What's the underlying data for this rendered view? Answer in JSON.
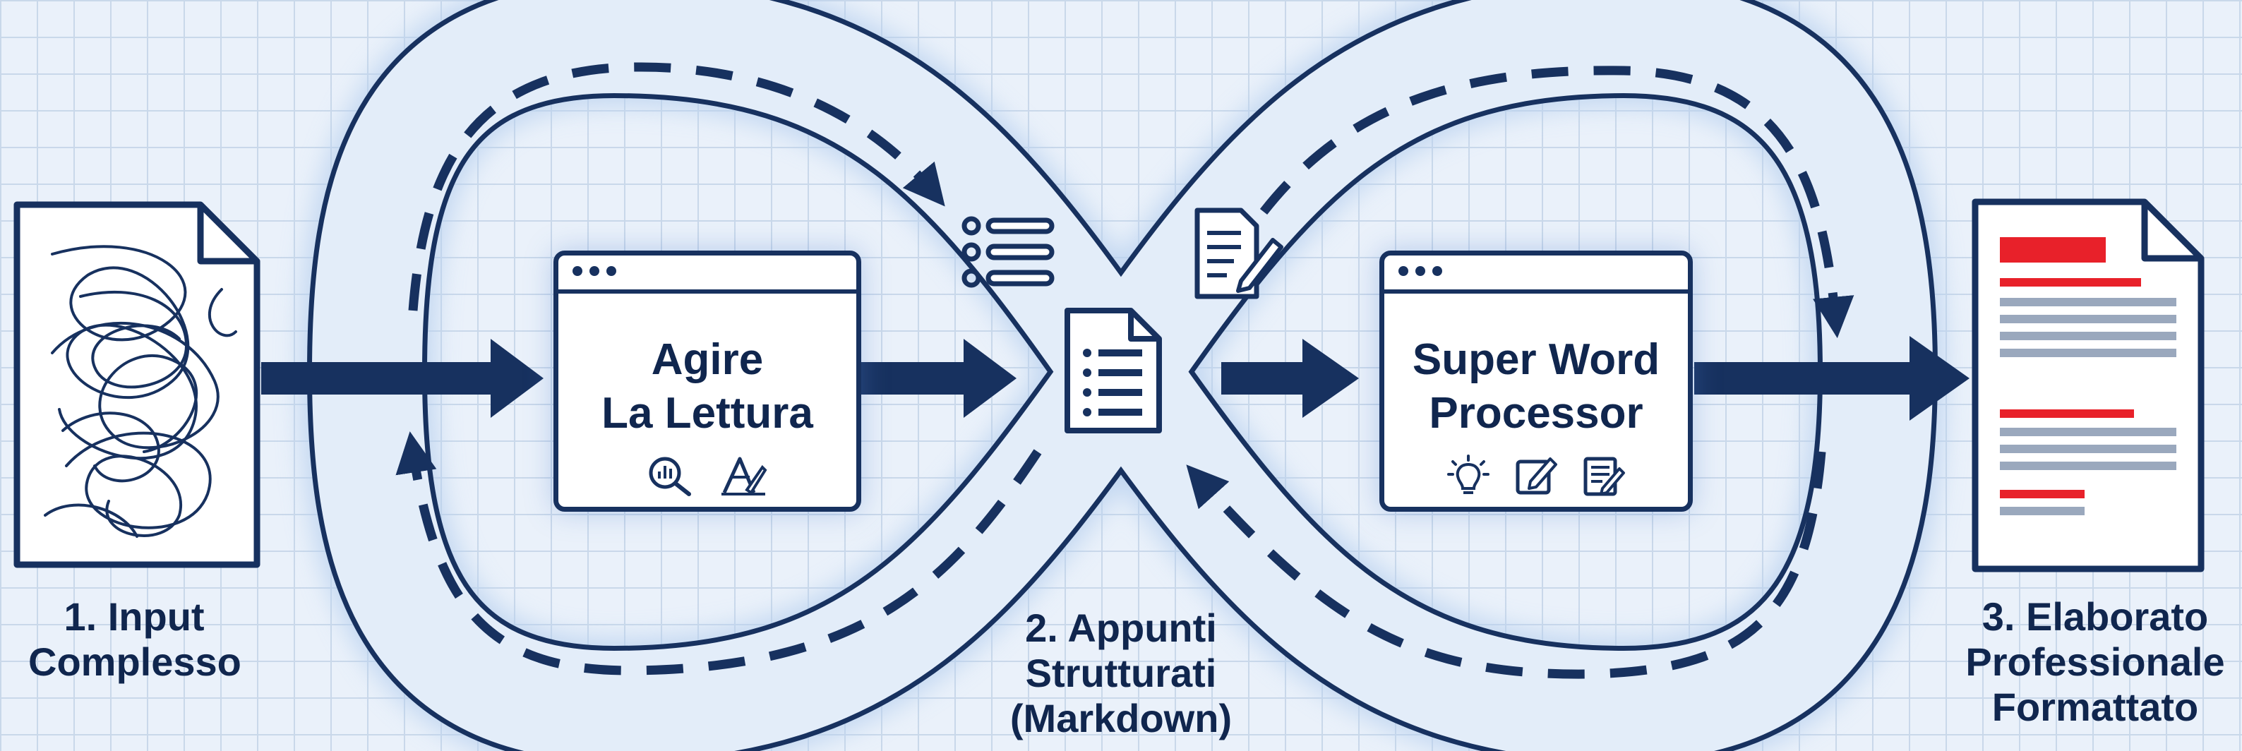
{
  "diagram": {
    "colors": {
      "navy": "#17315f",
      "text": "#10264e",
      "grid": "#c9d8ea",
      "background": "#eaf1fa",
      "red_accent": "#e8212a",
      "gray_lines": "#9aa8bd"
    },
    "step1": {
      "line1": "1. Input",
      "line2": "Complesso"
    },
    "step2": {
      "line1": "2. Appunti",
      "line2": "Strutturati",
      "line3": "(Markdown)"
    },
    "step3": {
      "line1": "3. Elaborato",
      "line2": "Professionale",
      "line3": "Formattato"
    },
    "tool_left": {
      "title_line1": "Agire",
      "title_line2": "La Lettura",
      "icons": [
        "magnifier-chart-icon",
        "geometry-pen-icon"
      ]
    },
    "tool_right": {
      "title_line1": "Super Word",
      "title_line2": "Processor",
      "icons": [
        "lightbulb-icon",
        "edit-square-icon",
        "edit-document-icon"
      ]
    },
    "center_icons": [
      "list-icon",
      "edit-document-icon",
      "markdown-document-icon"
    ]
  }
}
